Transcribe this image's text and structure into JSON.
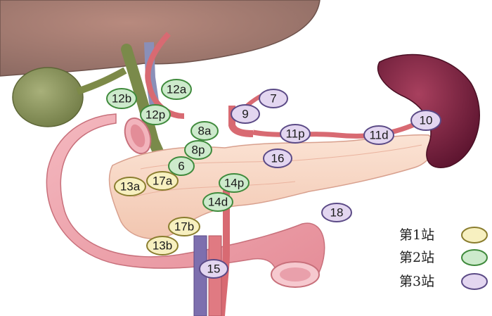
{
  "colors": {
    "station1": "#f7f0c0",
    "station2": "#cdeacc",
    "station3": "#e3d6f0",
    "station1_stroke": "#8a7d2e",
    "station2_stroke": "#3f8a3c",
    "station3_stroke": "#5b4a86"
  },
  "nodes": [
    {
      "id": "n12b",
      "label": "12b",
      "station": 2
    },
    {
      "id": "n12a",
      "label": "12a",
      "station": 2
    },
    {
      "id": "n12p",
      "label": "12p",
      "station": 2
    },
    {
      "id": "n8a",
      "label": "8a",
      "station": 2
    },
    {
      "id": "n8p",
      "label": "8p",
      "station": 2
    },
    {
      "id": "n6",
      "label": "6",
      "station": 2
    },
    {
      "id": "n14p",
      "label": "14p",
      "station": 2
    },
    {
      "id": "n14d",
      "label": "14d",
      "station": 2
    },
    {
      "id": "n7",
      "label": "7",
      "station": 3
    },
    {
      "id": "n9",
      "label": "9",
      "station": 3
    },
    {
      "id": "n10",
      "label": "10",
      "station": 3
    },
    {
      "id": "n11p",
      "label": "11p",
      "station": 3
    },
    {
      "id": "n11d",
      "label": "11d",
      "station": 3
    },
    {
      "id": "n16",
      "label": "16",
      "station": 3
    },
    {
      "id": "n18",
      "label": "18",
      "station": 3
    },
    {
      "id": "n15",
      "label": "15",
      "station": 3
    },
    {
      "id": "n13a",
      "label": "13a",
      "station": 1
    },
    {
      "id": "n17a",
      "label": "17a",
      "station": 1
    },
    {
      "id": "n17b",
      "label": "17b",
      "station": 1
    },
    {
      "id": "n13b",
      "label": "13b",
      "station": 1
    }
  ],
  "legend": [
    {
      "label": "第1站",
      "station": 1
    },
    {
      "label": "第2站",
      "station": 2
    },
    {
      "label": "第3站",
      "station": 3
    }
  ]
}
